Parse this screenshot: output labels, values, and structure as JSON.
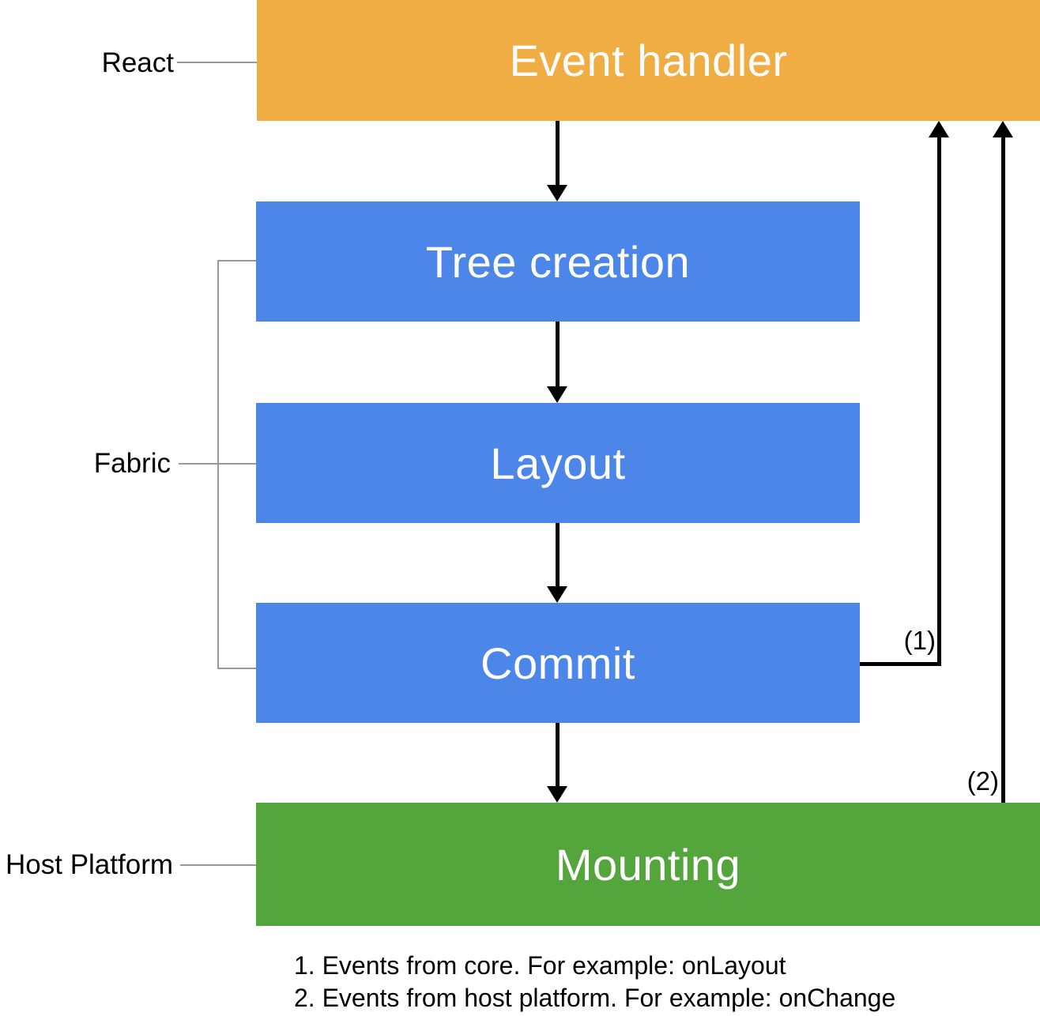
{
  "colors": {
    "react_lane": "#F0AD43",
    "fabric_lane": "#4C86E8",
    "host_platform_lane": "#53A53C",
    "connector_gray": "#999999",
    "arrow_black": "#000000"
  },
  "lanes": {
    "react": {
      "label": "React"
    },
    "fabric": {
      "label": "Fabric"
    },
    "host_platform": {
      "label": "Host Platform"
    }
  },
  "nodes": {
    "event_handler": {
      "label": "Event handler"
    },
    "tree_creation": {
      "label": "Tree creation"
    },
    "layout": {
      "label": "Layout"
    },
    "commit": {
      "label": "Commit"
    },
    "mounting": {
      "label": "Mounting"
    }
  },
  "edge_labels": {
    "events_from_core": "(1)",
    "events_from_host": "(2)"
  },
  "footnotes": {
    "line1": "1. Events from core. For example: onLayout",
    "line2": "2. Events from host platform. For example: onChange"
  }
}
